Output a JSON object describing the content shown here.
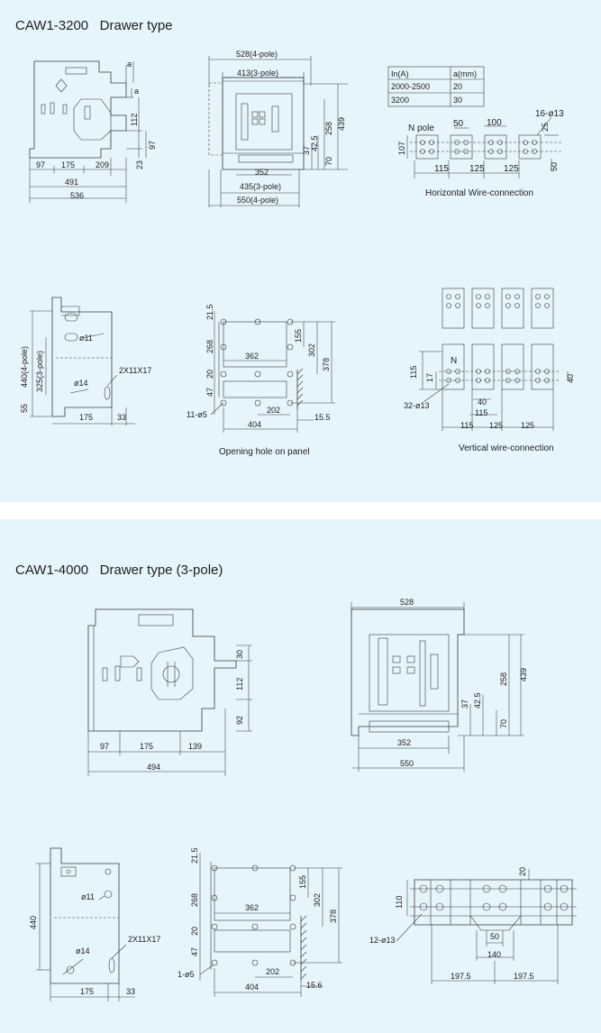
{
  "sections": [
    {
      "title": "CAW1-3200   Drawer type",
      "side_view": {
        "dims": [
          "97",
          "175",
          "209",
          "491",
          "536",
          "a",
          "a",
          "112",
          "97",
          "23"
        ]
      },
      "front_view": {
        "dims": [
          "528(4-pole)",
          "413(3-pole)",
          "37",
          "42.5",
          "258",
          "439",
          "70",
          "352",
          "435(3-pole)",
          "550(4-pole)"
        ]
      },
      "table": {
        "headers": [
          "In(A)",
          "a(mm)"
        ],
        "rows": [
          [
            "2000-2500",
            "20"
          ],
          [
            "3200",
            "30"
          ]
        ]
      },
      "horizontal": {
        "caption": "Horizontal Wire-connection",
        "dims": [
          "N pole",
          "50",
          "100",
          "16-ø13",
          "107",
          "25",
          "50",
          "115",
          "125",
          "125"
        ]
      },
      "cutout_side": {
        "dims": [
          "440(4-pole)",
          "325(3-pole)",
          "ø11",
          "ø14",
          "2X11X17",
          "55",
          "175",
          "33"
        ]
      },
      "panel_hole": {
        "caption": "Opening hole on panel",
        "dims": [
          "21.5",
          "155",
          "268",
          "302",
          "378",
          "362",
          "20",
          "47",
          "202",
          "11-ø5",
          "404",
          "15.5"
        ]
      },
      "vertical": {
        "caption": "Vertical wire-connection",
        "dims": [
          "115",
          "17",
          "N",
          "40",
          "32-ø13",
          "40",
          "115",
          "115",
          "125",
          "125"
        ]
      }
    },
    {
      "title": "CAW1-4000   Drawer type (3-pole)",
      "side_view": {
        "dims": [
          "30",
          "112",
          "92",
          "97",
          "175",
          "139",
          "494"
        ]
      },
      "front_view": {
        "dims": [
          "528",
          "258",
          "439",
          "37",
          "42.5",
          "70",
          "352",
          "550"
        ]
      },
      "cutout_side": {
        "dims": [
          "440",
          "ø11",
          "ø14",
          "2X11X17",
          "175",
          "33"
        ]
      },
      "panel_hole": {
        "dims": [
          "21.5",
          "155",
          "268",
          "302",
          "378",
          "362",
          "20",
          "47",
          "202",
          "1-ø5",
          "404",
          "15.6"
        ]
      },
      "busbar": {
        "dims": [
          "20",
          "110",
          "12-ø13",
          "50",
          "140",
          "197.5",
          "197.5"
        ]
      }
    }
  ],
  "colors": {
    "panel_bg": "#e6f4fc",
    "line": "#3a3a3a",
    "text": "#1e1e1e"
  }
}
